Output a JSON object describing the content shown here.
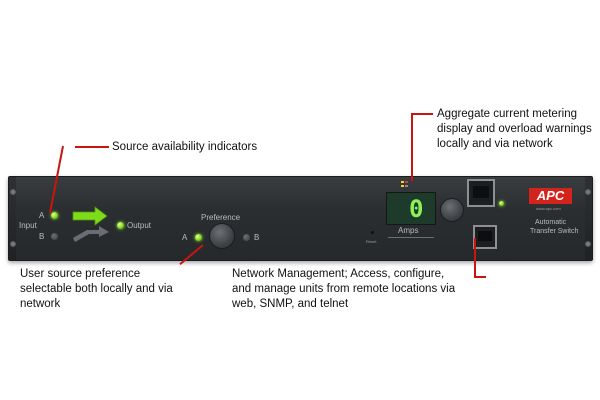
{
  "callouts": {
    "source_availability": "Source availability indicators",
    "metering_line1": "Aggregate current metering",
    "metering_line2": "display and overload warnings",
    "metering_line3": "locally and via network",
    "preference_line1": "User source preference",
    "preference_line2": "selectable both locally and via",
    "preference_line3": "network",
    "network_line1": "Network Management; Access, configure,",
    "network_line2": "and manage units from remote locations via",
    "network_line3": "web, SNMP, and telnet"
  },
  "panel": {
    "input_label": "Input",
    "source_a": "A",
    "source_b": "B",
    "output_label": "Output",
    "preference_label": "Preference",
    "pref_a": "A",
    "pref_b": "B",
    "display_digit": "0",
    "display_unit": "Amps",
    "reset_label": "Reset",
    "brand_logo": "APC",
    "brand_url": "www.apc.com",
    "product_line1": "Automatic",
    "product_line2": "Transfer Switch"
  },
  "colors": {
    "leader_line": "#c8150f",
    "led_on": "#7ddb1a",
    "brand_red": "#d2231c"
  }
}
